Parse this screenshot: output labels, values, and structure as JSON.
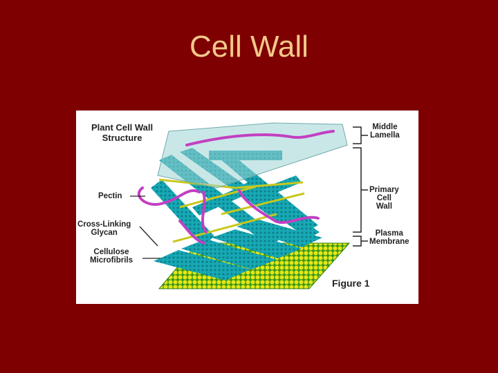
{
  "slide": {
    "title": "Cell Wall"
  },
  "figure": {
    "title_line1": "Plant Cell Wall",
    "title_line2": "Structure",
    "caption": "Figure 1",
    "labels": {
      "pectin": "Pectin",
      "cross_linking_line1": "Cross-Linking",
      "cross_linking_line2": "Glycan",
      "cellulose_line1": "Cellulose",
      "cellulose_line2": "Microfibrils",
      "middle_line1": "Middle",
      "middle_line2": "Lamella",
      "primary_line1": "Primary",
      "primary_line2": "Cell",
      "primary_line3": "Wall",
      "plasma_line1": "Plasma",
      "plasma_line2": "Membrane"
    },
    "colors": {
      "slide_background": "#7f0000",
      "title_text": "#f3c98b",
      "microfibril": "#17a9b5",
      "pectin": "#c23fc2",
      "glycan": "#c8c81e",
      "membrane_head": "#e6e615",
      "membrane_tail": "#3c9a1e",
      "middle_lamella": "#9fd3d3"
    }
  }
}
